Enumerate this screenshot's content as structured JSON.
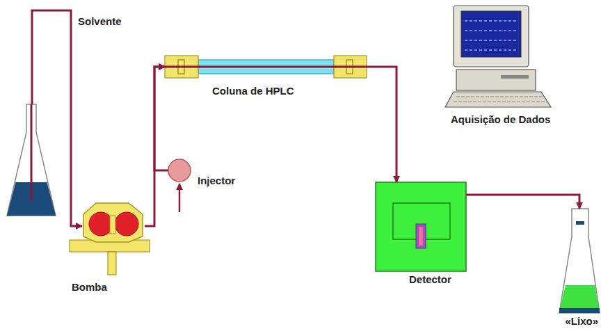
{
  "diagram": {
    "nodes": [
      {
        "text": [
          "Solvente"
        ]
      },
      {
        "text": [
          "Bomba"
        ]
      },
      {
        "text": [
          "Injector"
        ]
      },
      {
        "text": [
          "Coluna de HPLC"
        ]
      },
      {
        "text": [
          "Aquisição de Dados"
        ]
      },
      {
        "text": [
          "Detector"
        ]
      },
      {
        "text": [
          "«Lixo»"
        ]
      }
    ],
    "edges": [
      {
        "from": 0,
        "to": 1,
        "arrow": "to"
      },
      {
        "from": 1,
        "to": 3,
        "arrow": "to"
      },
      {
        "from": 2,
        "to": 3,
        "arrow": "to"
      },
      {
        "from": 3,
        "to": 5,
        "arrow": "to"
      },
      {
        "from": 5,
        "to": 6,
        "arrow": "to"
      }
    ]
  }
}
